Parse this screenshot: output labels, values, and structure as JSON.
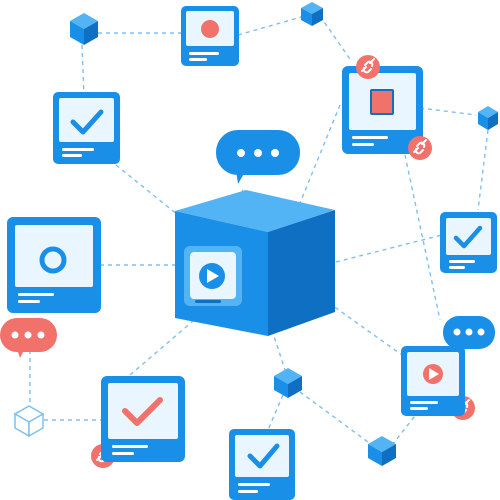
{
  "colors": {
    "primary": "#1a8fe8",
    "primary_light": "#52b4f5",
    "primary_dark": "#0f6fc2",
    "accent": "#f0726a",
    "panel": "#e9f5ff",
    "white": "#ffffff"
  },
  "nodes": [
    {
      "name": "card-record-top",
      "icon": "record-circle-icon"
    },
    {
      "name": "card-check-top-left",
      "icon": "check-icon"
    },
    {
      "name": "card-stop-top-right",
      "icon": "stop-square-icon"
    },
    {
      "name": "card-radio-left",
      "icon": "circle-outline-icon"
    },
    {
      "name": "card-check-right",
      "icon": "check-icon"
    },
    {
      "name": "card-play-bottom-right",
      "icon": "play-icon"
    },
    {
      "name": "card-check-bottom-left",
      "icon": "check-icon"
    },
    {
      "name": "card-check-bottom",
      "icon": "check-icon"
    },
    {
      "name": "central-media-cube",
      "icon": "play-icon"
    }
  ],
  "decorations": [
    "chat-bubble-icon",
    "link-icon",
    "cube-icon"
  ]
}
